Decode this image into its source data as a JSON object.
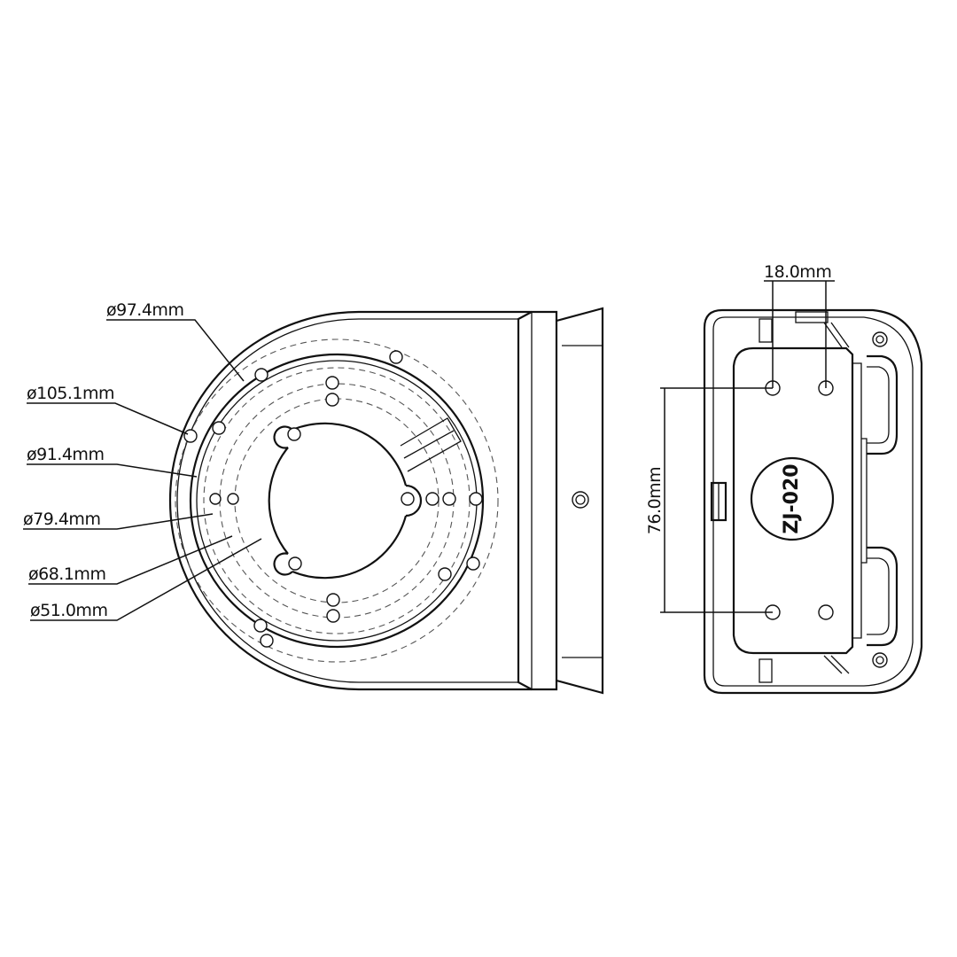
{
  "front_view": {
    "dimensions": [
      {
        "id": "d97",
        "label": "ø97.4mm"
      },
      {
        "id": "d105",
        "label": "ø105.1mm"
      },
      {
        "id": "d91",
        "label": "ø91.4mm"
      },
      {
        "id": "d79",
        "label": "ø79.4mm"
      },
      {
        "id": "d68",
        "label": "ø68.1mm"
      },
      {
        "id": "d51",
        "label": "ø51.0mm"
      }
    ]
  },
  "side_view": {
    "width_label": "18.0mm",
    "height_label": "76.0mm",
    "model_label": "ZJ-020"
  }
}
